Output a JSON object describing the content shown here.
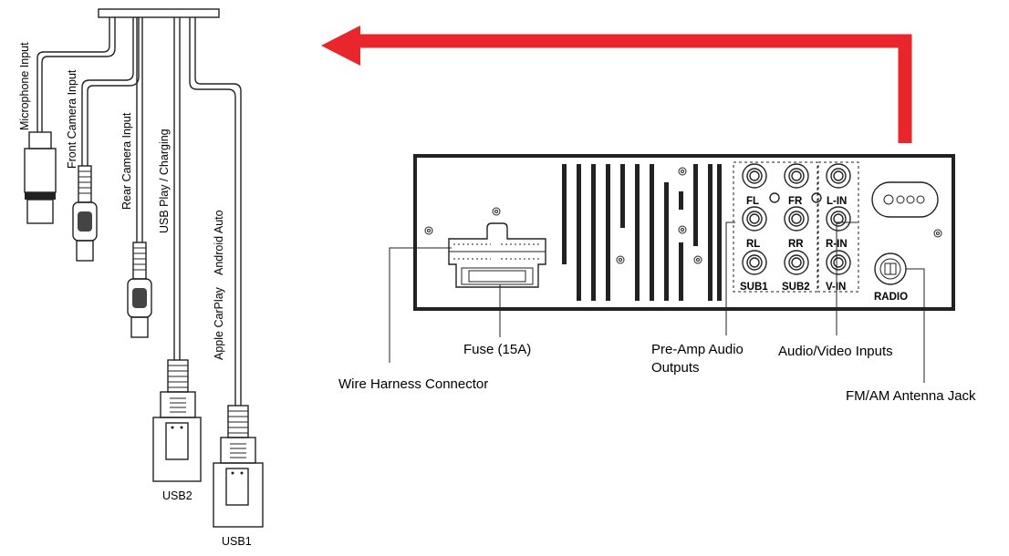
{
  "cable_labels": {
    "microphone": "Microphone Input",
    "front_camera": "Front Camera Input",
    "rear_camera": "Rear Camera Input",
    "usb_play": "USB Play / Charging",
    "carplay": "Apple CarPlay",
    "android": "Android Auto",
    "usb2": "USB2",
    "usb1": "USB1"
  },
  "jacks": {
    "fl": "FL",
    "fr": "FR",
    "rl": "RL",
    "rr": "RR",
    "sub1": "SUB1",
    "sub2": "SUB2",
    "lin": "L-IN",
    "rin": "R-IN",
    "vin": "V-IN",
    "radio": "RADIO"
  },
  "callouts": {
    "fuse": "Fuse (15A)",
    "harness": "Wire Harness Connector",
    "preamp_line1": "Pre-Amp Audio",
    "preamp_line2": "Outputs",
    "av_inputs": "Audio/Video Inputs",
    "antenna": "FM/AM Antenna Jack"
  },
  "colors": {
    "arrow": "#e8262b",
    "line": "#222222"
  }
}
